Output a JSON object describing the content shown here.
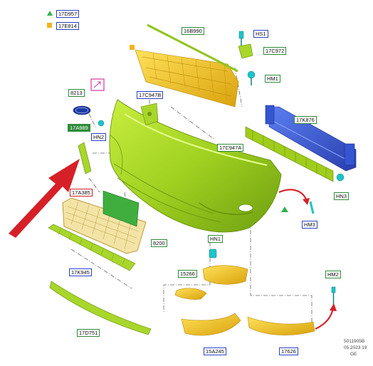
{
  "legend": [
    {
      "symbol": "triangle",
      "color": "#2fb24b",
      "code": "17D957"
    },
    {
      "symbol": "square",
      "color": "#f2b51c",
      "code": "17E814"
    }
  ],
  "callouts": {
    "c16B990": "16B990",
    "cHS1": "HS1",
    "c17C972": "17C972",
    "cHM1": "HM1",
    "c8213": "8213",
    "c17C947B": "17C947B",
    "c17A989": "17A989",
    "cHN2": "HN2",
    "c17K876": "17K876",
    "c17C947A": "17C947A",
    "cHN3": "HN3",
    "c17A385": "17A385",
    "cHM3": "HM3",
    "c8200": "8200",
    "c17K945": "17K945",
    "cHN1": "HN1",
    "c15266": "15266",
    "cHM2": "HM2",
    "c17D751": "17D751",
    "c15A245": "15A245",
    "c17626": "17626"
  },
  "footer": {
    "line1": "5011905B",
    "line2": "05.2023 19",
    "line3": "GE"
  },
  "colors": {
    "bumper": "#a8d62a",
    "bumper_dark": "#6f9a12",
    "yellow_part": "#f2c21c",
    "blue_part": "#3b5fd4",
    "green_part": "#3fae3f",
    "arrow_red": "#d62027",
    "clip_cyan": "#1fc4c8"
  }
}
